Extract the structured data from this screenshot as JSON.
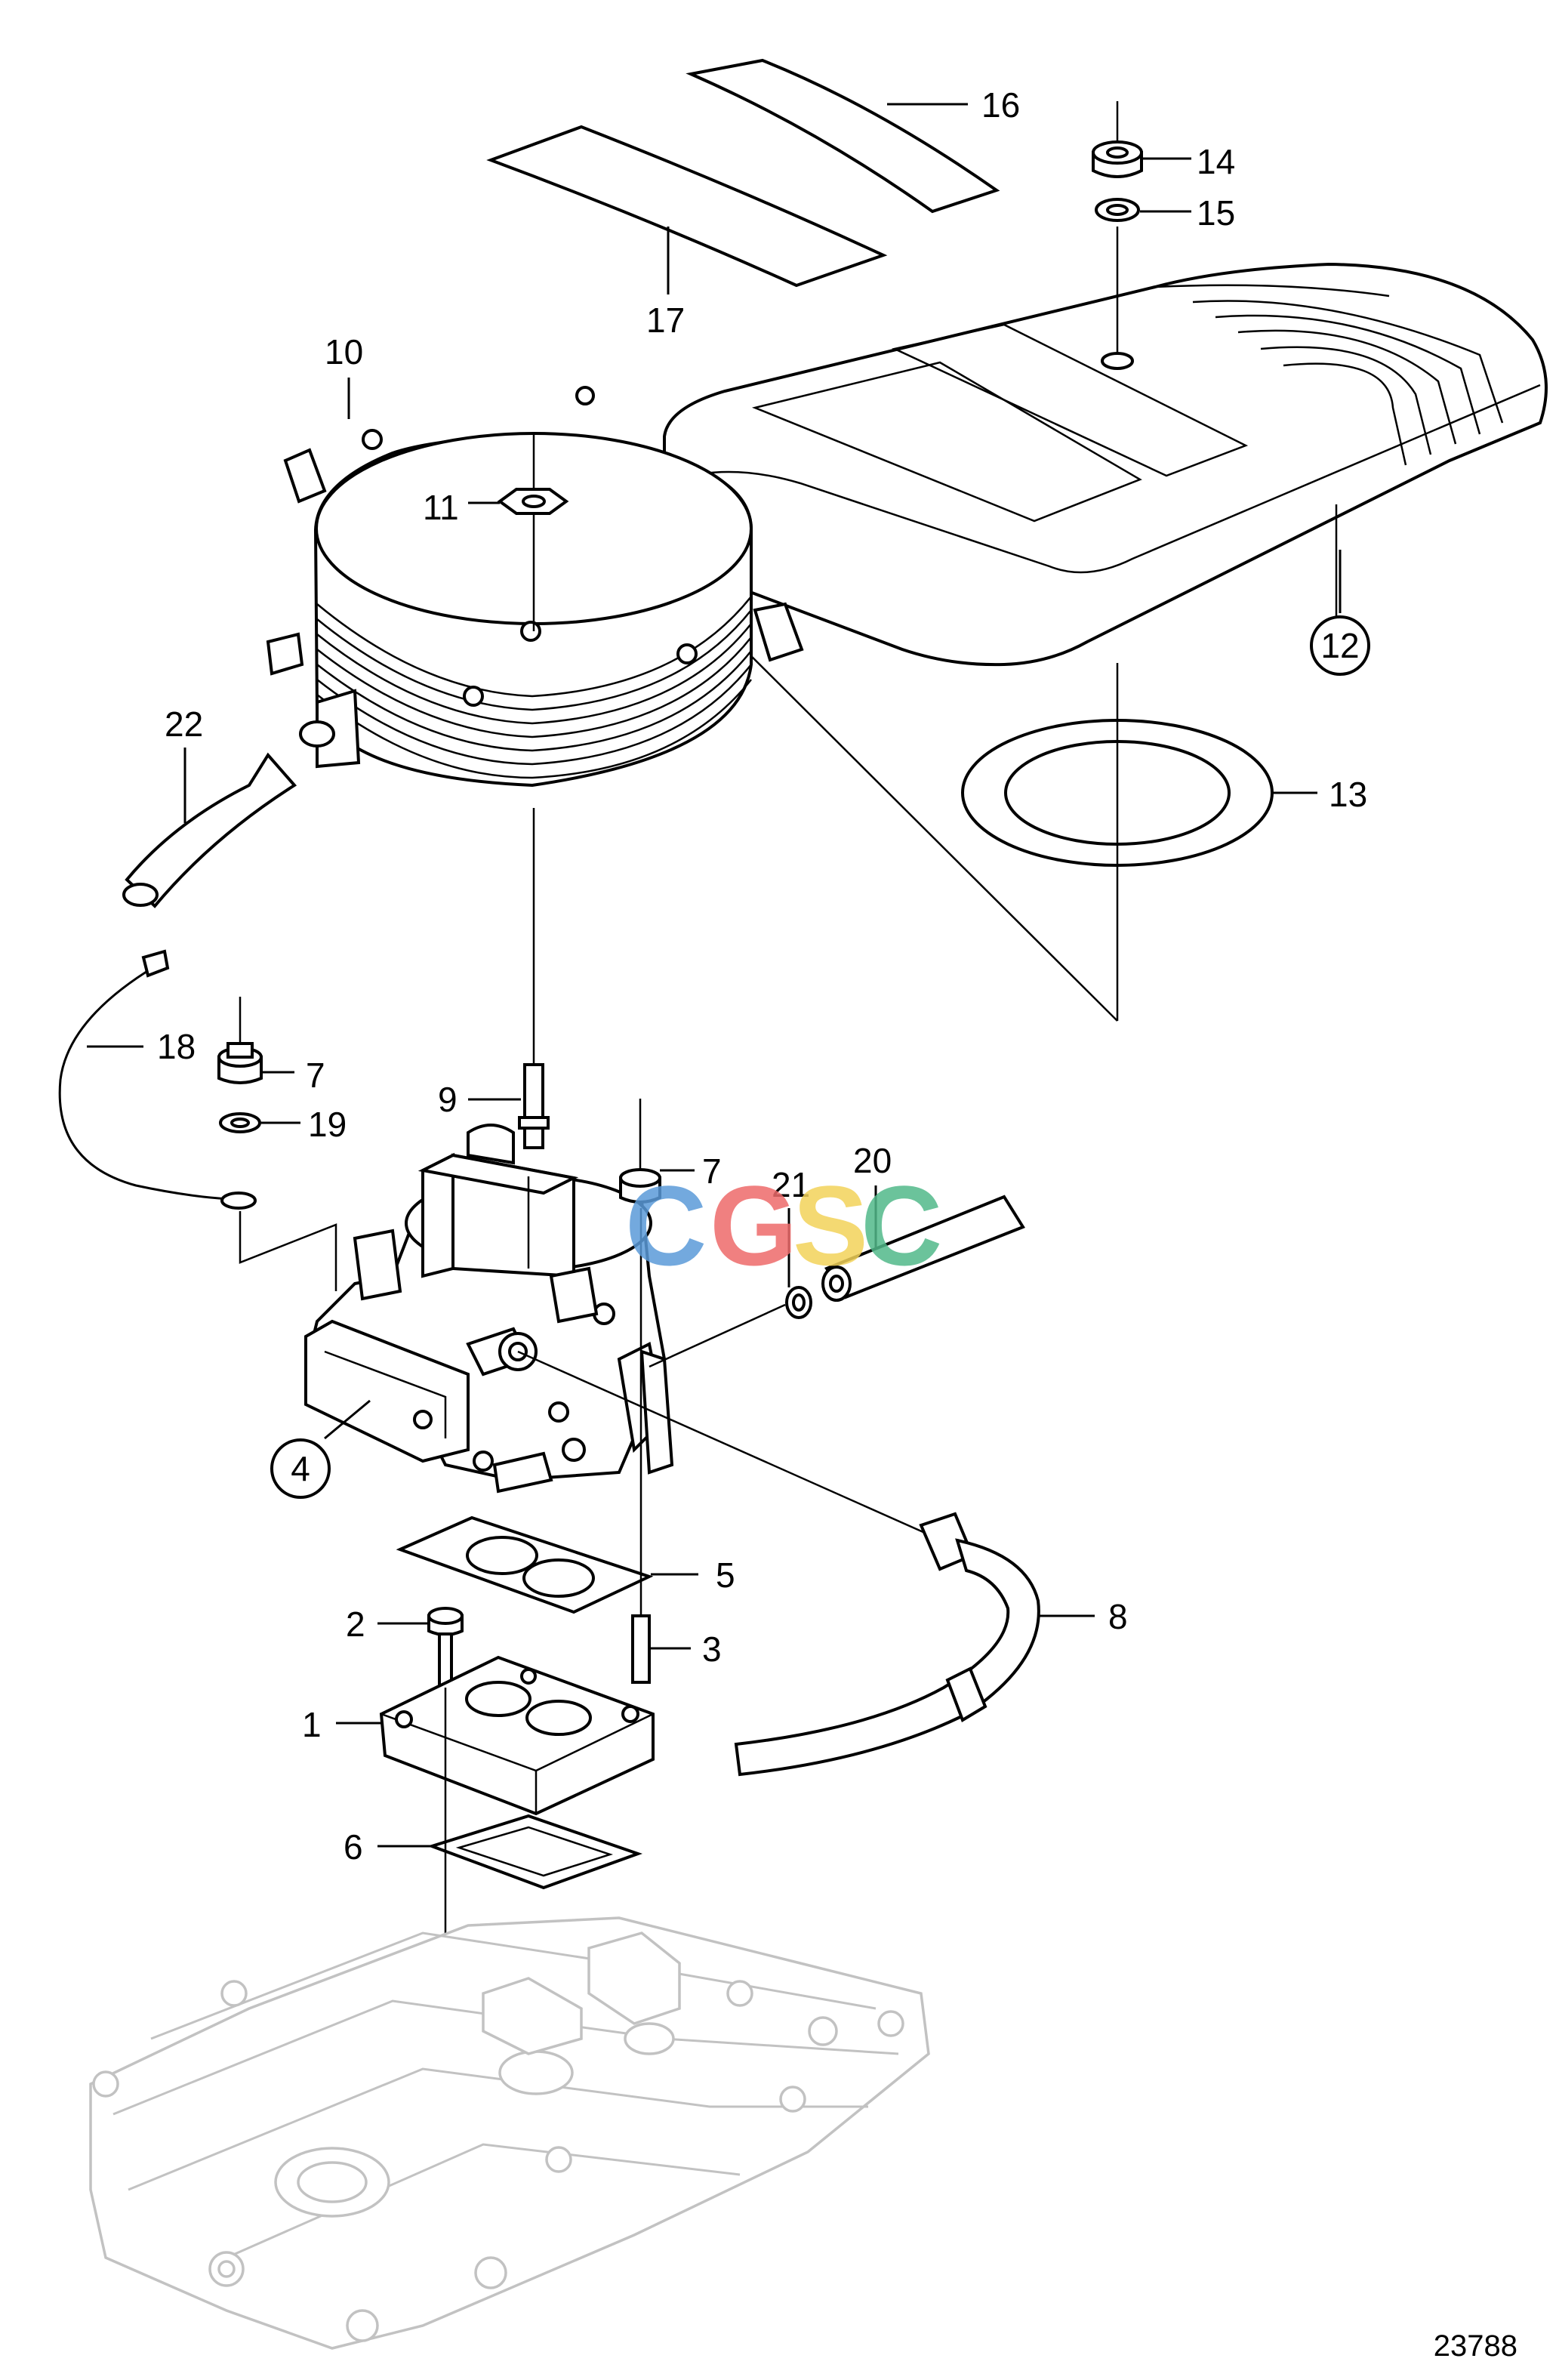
{
  "figure_number": "23788",
  "watermark": [
    "C",
    "G",
    "S",
    "C"
  ],
  "colors": {
    "ink": "#000000",
    "ghost": "#c2c2c2",
    "wm_blue": "#5b9bd9",
    "wm_red": "#ee6b6b",
    "wm_yellow": "#f3d35a",
    "wm_green": "#52b98a"
  },
  "callouts": {
    "p1": "1",
    "p2": "2",
    "p3": "3",
    "p4": "4",
    "p5": "5",
    "p6": "6",
    "p7a": "7",
    "p7b": "7",
    "p8": "8",
    "p9": "9",
    "p10": "10",
    "p11": "11",
    "p12": "12",
    "p13": "13",
    "p14": "14",
    "p15": "15",
    "p16": "16",
    "p17": "17",
    "p18": "18",
    "p19": "19",
    "p20": "20",
    "p21": "21",
    "p22": "22"
  }
}
